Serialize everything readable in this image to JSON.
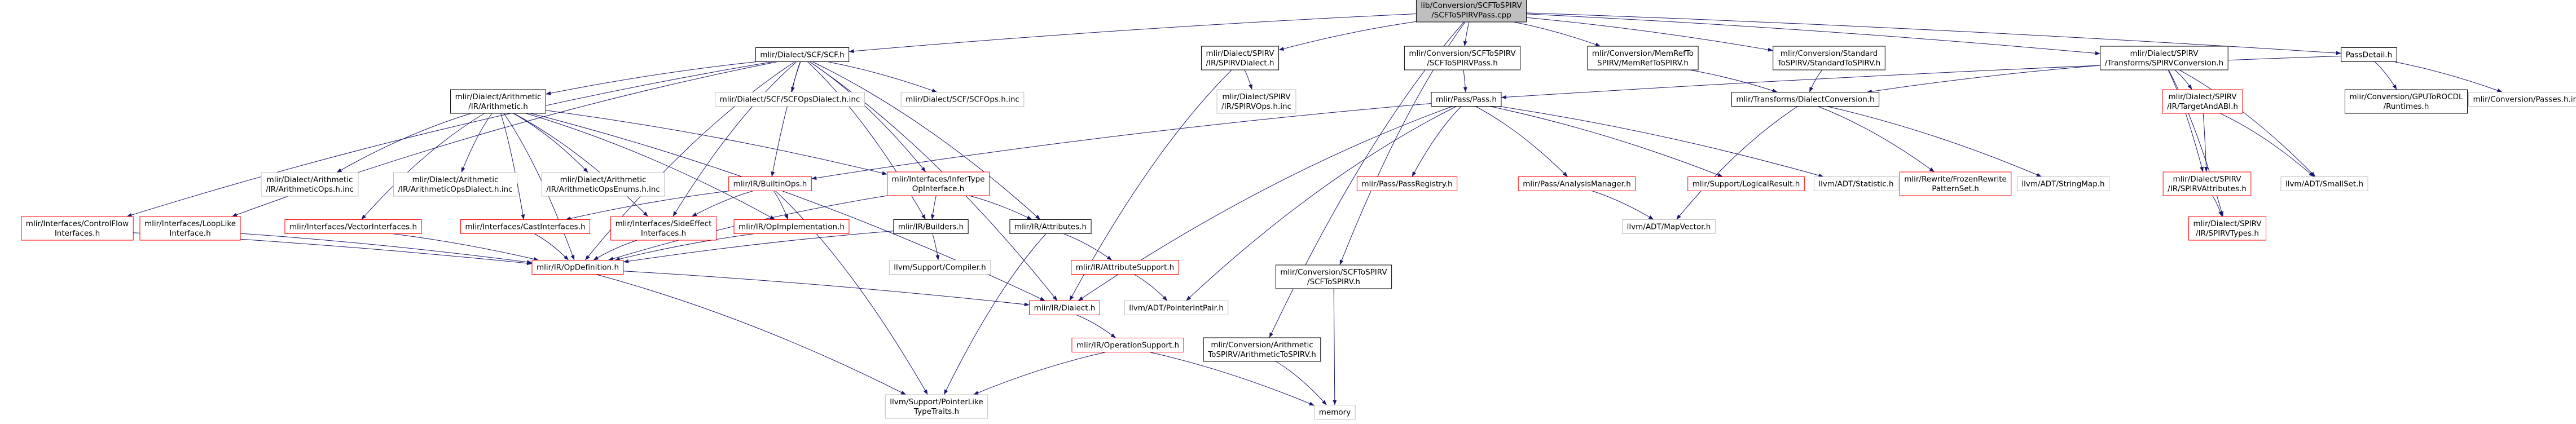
{
  "graph": {
    "colors": {
      "root_fill": "#bfbfbf",
      "edge": "#191970",
      "box_black": "#000000",
      "box_red": "#ff0000",
      "box_gray": "#bfbfbf",
      "text": "#000000"
    },
    "nodes": [
      {
        "id": "root",
        "lines": [
          "lib/Conversion/SCFToSPIRV",
          "/SCFToSPIRVPass.cpp"
        ],
        "style": "root"
      },
      {
        "id": "scf",
        "lines": [
          "mlir/Dialect/SCF/SCF.h"
        ],
        "style": "black"
      },
      {
        "id": "spirvdialect",
        "lines": [
          "mlir/Dialect/SPIRV",
          "/IR/SPIRVDialect.h"
        ],
        "style": "black"
      },
      {
        "id": "scfspirvpass",
        "lines": [
          "mlir/Conversion/SCFToSPIRV",
          "/SCFToSPIRVPass.h"
        ],
        "style": "black"
      },
      {
        "id": "memref",
        "lines": [
          "mlir/Conversion/MemRefTo",
          "SPIRV/MemRefToSPIRV.h"
        ],
        "style": "black"
      },
      {
        "id": "standard",
        "lines": [
          "mlir/Conversion/Standard",
          "ToSPIRV/StandardToSPIRV.h"
        ],
        "style": "black"
      },
      {
        "id": "spirvconv",
        "lines": [
          "mlir/Dialect/SPIRV",
          "/Transforms/SPIRVConversion.h"
        ],
        "style": "black"
      },
      {
        "id": "passdetail",
        "lines": [
          "PassDetail.h"
        ],
        "style": "black"
      },
      {
        "id": "arith",
        "lines": [
          "mlir/Dialect/Arithmetic",
          "/IR/Arithmetic.h"
        ],
        "style": "black"
      },
      {
        "id": "scfopsdialect",
        "lines": [
          "mlir/Dialect/SCF/SCFOpsDialect.h.inc"
        ],
        "style": "gray"
      },
      {
        "id": "scfops",
        "lines": [
          "mlir/Dialect/SCF/SCFOps.h.inc"
        ],
        "style": "gray"
      },
      {
        "id": "spirvops",
        "lines": [
          "mlir/Dialect/SPIRV",
          "/IR/SPIRVOps.h.inc"
        ],
        "style": "gray"
      },
      {
        "id": "pass",
        "lines": [
          "mlir/Pass/Pass.h"
        ],
        "style": "black"
      },
      {
        "id": "dialectconv",
        "lines": [
          "mlir/Transforms/DialectConversion.h"
        ],
        "style": "black"
      },
      {
        "id": "targetabi",
        "lines": [
          "mlir/Dialect/SPIRV",
          "/IR/TargetAndABI.h"
        ],
        "style": "red"
      },
      {
        "id": "gpurocdl",
        "lines": [
          "mlir/Conversion/GPUToROCDL",
          "/Runtimes.h"
        ],
        "style": "black"
      },
      {
        "id": "passesinc",
        "lines": [
          "mlir/Conversion/Passes.h.inc"
        ],
        "style": "gray"
      },
      {
        "id": "arithops",
        "lines": [
          "mlir/Dialect/Arithmetic",
          "/IR/ArithmeticOps.h.inc"
        ],
        "style": "gray"
      },
      {
        "id": "arithopsdialect",
        "lines": [
          "mlir/Dialect/Arithmetic",
          "/IR/ArithmeticOpsDialect.h.inc"
        ],
        "style": "gray"
      },
      {
        "id": "arithenums",
        "lines": [
          "mlir/Dialect/Arithmetic",
          "/IR/ArithmeticOpsEnums.h.inc"
        ],
        "style": "gray"
      },
      {
        "id": "builtinops",
        "lines": [
          "mlir/IR/BuiltinOps.h"
        ],
        "style": "red"
      },
      {
        "id": "infertype",
        "lines": [
          "mlir/Interfaces/InferType",
          "OpInterface.h"
        ],
        "style": "red"
      },
      {
        "id": "passregistry",
        "lines": [
          "mlir/Pass/PassRegistry.h"
        ],
        "style": "red"
      },
      {
        "id": "analysismgr",
        "lines": [
          "mlir/Pass/AnalysisManager.h"
        ],
        "style": "red"
      },
      {
        "id": "logicalresult",
        "lines": [
          "mlir/Support/LogicalResult.h"
        ],
        "style": "red"
      },
      {
        "id": "statistic",
        "lines": [
          "llvm/ADT/Statistic.h"
        ],
        "style": "gray"
      },
      {
        "id": "rewritefrozen",
        "lines": [
          "mlir/Rewrite/FrozenRewrite",
          "PatternSet.h"
        ],
        "style": "red"
      },
      {
        "id": "stringmap",
        "lines": [
          "llvm/ADT/StringMap.h"
        ],
        "style": "gray"
      },
      {
        "id": "spirvattrs",
        "lines": [
          "mlir/Dialect/SPIRV",
          "/IR/SPIRVAttributes.h"
        ],
        "style": "red"
      },
      {
        "id": "smallset",
        "lines": [
          "llvm/ADT/SmallSet.h"
        ],
        "style": "gray"
      },
      {
        "id": "controlflow",
        "lines": [
          "mlir/Interfaces/ControlFlow",
          "Interfaces.h"
        ],
        "style": "red"
      },
      {
        "id": "looplike",
        "lines": [
          "mlir/Interfaces/LoopLike",
          "Interface.h"
        ],
        "style": "red"
      },
      {
        "id": "vectorif",
        "lines": [
          "mlir/Interfaces/VectorInterfaces.h"
        ],
        "style": "red"
      },
      {
        "id": "castif",
        "lines": [
          "mlir/Interfaces/CastInterfaces.h"
        ],
        "style": "red"
      },
      {
        "id": "sideeffect",
        "lines": [
          "mlir/Interfaces/SideEffect",
          "Interfaces.h"
        ],
        "style": "red"
      },
      {
        "id": "opimpl",
        "lines": [
          "mlir/IR/OpImplementation.h"
        ],
        "style": "red"
      },
      {
        "id": "builders",
        "lines": [
          "mlir/IR/Builders.h"
        ],
        "style": "black"
      },
      {
        "id": "attributes",
        "lines": [
          "mlir/IR/Attributes.h"
        ],
        "style": "black"
      },
      {
        "id": "mapvector",
        "lines": [
          "llvm/ADT/MapVector.h"
        ],
        "style": "gray"
      },
      {
        "id": "spirvtypes",
        "lines": [
          "mlir/Dialect/SPIRV",
          "/IR/SPIRVTypes.h"
        ],
        "style": "red"
      },
      {
        "id": "compiler",
        "lines": [
          "llvm/Support/Compiler.h"
        ],
        "style": "gray"
      },
      {
        "id": "opdef",
        "lines": [
          "mlir/IR/OpDefinition.h"
        ],
        "style": "red"
      },
      {
        "id": "attrsupport",
        "lines": [
          "mlir/IR/AttributeSupport.h"
        ],
        "style": "red"
      },
      {
        "id": "scfspirv",
        "lines": [
          "mlir/Conversion/SCFToSPIRV",
          "/SCFToSPIRV.h"
        ],
        "style": "black"
      },
      {
        "id": "pointerintpair",
        "lines": [
          "llvm/ADT/PointerIntPair.h"
        ],
        "style": "gray"
      },
      {
        "id": "irdialect",
        "lines": [
          "mlir/IR/Dialect.h"
        ],
        "style": "red"
      },
      {
        "id": "opsupport",
        "lines": [
          "mlir/IR/OperationSupport.h"
        ],
        "style": "red"
      },
      {
        "id": "arithspirv",
        "lines": [
          "mlir/Conversion/Arithmetic",
          "ToSPIRV/ArithmeticToSPIRV.h"
        ],
        "style": "black"
      },
      {
        "id": "ptrlike",
        "lines": [
          "llvm/Support/PointerLike",
          "TypeTraits.h"
        ],
        "style": "gray"
      },
      {
        "id": "memory",
        "lines": [
          "memory"
        ],
        "style": "gray"
      }
    ],
    "edges": [
      [
        "root",
        "scf"
      ],
      [
        "root",
        "spirvdialect"
      ],
      [
        "root",
        "scfspirvpass"
      ],
      [
        "root",
        "memref"
      ],
      [
        "root",
        "standard"
      ],
      [
        "root",
        "spirvconv"
      ],
      [
        "root",
        "passdetail"
      ],
      [
        "root",
        "scfspirv"
      ],
      [
        "root",
        "arithspirv"
      ],
      [
        "scf",
        "arith"
      ],
      [
        "scf",
        "scfopsdialect"
      ],
      [
        "scf",
        "scfops"
      ],
      [
        "scf",
        "controlflow"
      ],
      [
        "scf",
        "looplike"
      ],
      [
        "scf",
        "opdef"
      ],
      [
        "scf",
        "builtinops"
      ],
      [
        "scf",
        "sideeffect"
      ],
      [
        "scf",
        "builders"
      ],
      [
        "scf",
        "attributes"
      ],
      [
        "scf",
        "irdialect"
      ],
      [
        "scf",
        "infertype"
      ],
      [
        "spirvdialect",
        "spirvops"
      ],
      [
        "spirvdialect",
        "irdialect"
      ],
      [
        "scfspirvpass",
        "pass"
      ],
      [
        "memref",
        "dialectconv"
      ],
      [
        "standard",
        "dialectconv"
      ],
      [
        "spirvconv",
        "dialectconv"
      ],
      [
        "spirvconv",
        "targetabi"
      ],
      [
        "spirvconv",
        "spirvattrs"
      ],
      [
        "spirvconv",
        "smallset"
      ],
      [
        "spirvconv",
        "spirvtypes"
      ],
      [
        "passdetail",
        "pass"
      ],
      [
        "passdetail",
        "gpurocdl"
      ],
      [
        "passdetail",
        "passesinc"
      ],
      [
        "arith",
        "arithops"
      ],
      [
        "arith",
        "arithopsdialect"
      ],
      [
        "arith",
        "arithenums"
      ],
      [
        "arith",
        "vectorif"
      ],
      [
        "arith",
        "castif"
      ],
      [
        "arith",
        "sideeffect"
      ],
      [
        "arith",
        "opimpl"
      ],
      [
        "arith",
        "infertype"
      ],
      [
        "arith",
        "opdef"
      ],
      [
        "arith",
        "irdialect"
      ],
      [
        "pass",
        "builtinops"
      ],
      [
        "pass",
        "passregistry"
      ],
      [
        "pass",
        "analysismgr"
      ],
      [
        "pass",
        "logicalresult"
      ],
      [
        "pass",
        "statistic"
      ],
      [
        "pass",
        "irdialect"
      ],
      [
        "pass",
        "pointerintpair"
      ],
      [
        "dialectconv",
        "rewritefrozen"
      ],
      [
        "dialectconv",
        "stringmap"
      ],
      [
        "dialectconv",
        "mapvector"
      ],
      [
        "targetabi",
        "spirvattrs"
      ],
      [
        "targetabi",
        "smallset"
      ],
      [
        "spirvattrs",
        "spirvtypes"
      ],
      [
        "builtinops",
        "opimpl"
      ],
      [
        "builtinops",
        "castif"
      ],
      [
        "builtinops",
        "sideeffect"
      ],
      [
        "builtinops",
        "ptrlike"
      ],
      [
        "infertype",
        "builders"
      ],
      [
        "infertype",
        "attributes"
      ],
      [
        "infertype",
        "opdef"
      ],
      [
        "analysismgr",
        "mapvector"
      ],
      [
        "controlflow",
        "opdef"
      ],
      [
        "looplike",
        "opdef"
      ],
      [
        "vectorif",
        "opdef"
      ],
      [
        "castif",
        "opdef"
      ],
      [
        "sideeffect",
        "opdef"
      ],
      [
        "opimpl",
        "opdef"
      ],
      [
        "builders",
        "opdef"
      ],
      [
        "builders",
        "compiler"
      ],
      [
        "attributes",
        "attrsupport"
      ],
      [
        "attributes",
        "ptrlike"
      ],
      [
        "attrsupport",
        "pointerintpair"
      ],
      [
        "opdef",
        "irdialect"
      ],
      [
        "opdef",
        "ptrlike"
      ],
      [
        "irdialect",
        "opsupport"
      ],
      [
        "opsupport",
        "ptrlike"
      ],
      [
        "opsupport",
        "memory"
      ],
      [
        "scfspirv",
        "memory"
      ],
      [
        "arithspirv",
        "memory"
      ]
    ]
  }
}
